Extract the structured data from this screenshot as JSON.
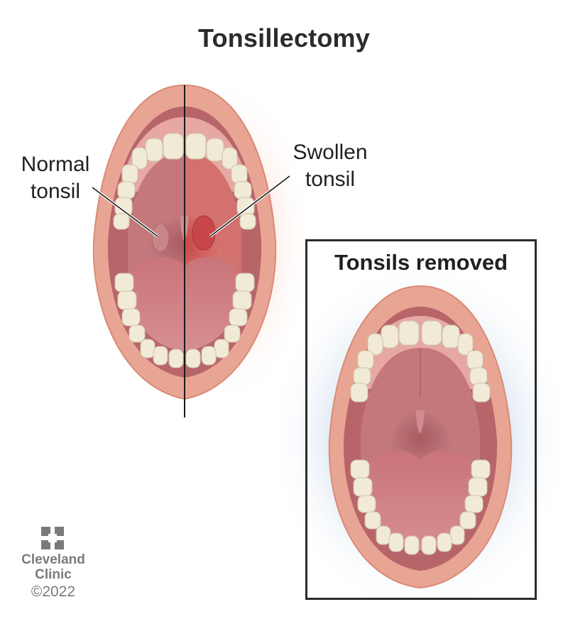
{
  "title": "Tonsillectomy",
  "labels": {
    "normal_line1": "Normal",
    "normal_line2": "tonsil",
    "swollen_line1": "Swollen",
    "swollen_line2": "tonsil"
  },
  "panel": {
    "title": "Tonsils removed"
  },
  "branding": {
    "name_line1": "Cleveland",
    "name_line2": "Clinic",
    "copyright": "©2022"
  },
  "colors": {
    "lip": "#e9a593",
    "lip_edge": "#d98a78",
    "mouth_inner": "#b8656a",
    "palate": "#c77b7e",
    "tongue": "#cf8489",
    "teeth": "#f1ead6",
    "inflamed": "#d9544f",
    "glow_red": "#f3b29e",
    "glow_blue": "#dbe6f2",
    "line": "#1a1a1a"
  }
}
